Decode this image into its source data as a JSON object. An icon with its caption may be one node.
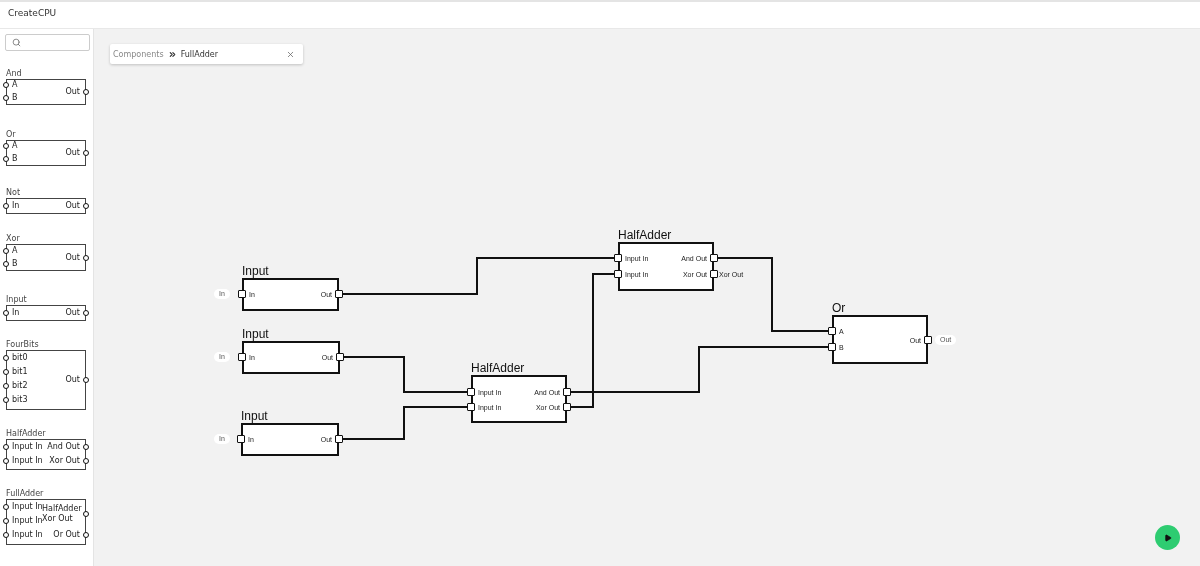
{
  "diagram": {
    "nodes": [
      {
        "text": [
          "And",
          "A",
          "B",
          "Out"
        ]
      },
      {
        "text": [
          "Or",
          "A",
          "B",
          "Out"
        ]
      },
      {
        "text": [
          "Not",
          "In",
          "Out"
        ]
      },
      {
        "text": [
          "Xor",
          "A",
          "B",
          "Out"
        ]
      },
      {
        "text": [
          "Input",
          "In",
          "Out"
        ]
      },
      {
        "text": [
          "FourBits",
          "bit0",
          "bit1",
          "bit2",
          "bit3",
          "Out"
        ]
      },
      {
        "text": [
          "HalfAdder",
          "Input In",
          "Input In",
          "And Out",
          "Xor Out"
        ]
      },
      {
        "text": [
          "FullAdder",
          "Input In",
          "Input In",
          "Input In",
          "HalfAdder Xor Out",
          "Or Out"
        ]
      },
      {
        "text": [
          "Input",
          "In",
          "Out"
        ],
        "beside": [
          "In"
        ]
      },
      {
        "text": [
          "Input",
          "In",
          "Out"
        ],
        "beside": [
          "In"
        ]
      },
      {
        "text": [
          "Input",
          "In",
          "Out"
        ],
        "beside": [
          "In"
        ]
      },
      {
        "text": [
          "HalfAdder",
          "Input In",
          "Input In",
          "And Out",
          "Xor Out"
        ]
      },
      {
        "text": [
          "HalfAdder",
          "Input In",
          "Input In",
          "And Out",
          "Xor Out"
        ],
        "beside": [
          "Xor Out"
        ]
      },
      {
        "text": [
          "Or",
          "A",
          "B",
          "Out"
        ],
        "beside": [
          "Out"
        ]
      }
    ],
    "edges": [
      {
        "from": 8,
        "to": 12,
        "arrow": "none"
      },
      {
        "from": 9,
        "to": 11,
        "arrow": "none"
      },
      {
        "from": 10,
        "to": 11,
        "arrow": "none"
      },
      {
        "from": 11,
        "to": 13,
        "arrow": "none"
      },
      {
        "from": 11,
        "to": 12,
        "arrow": "none"
      },
      {
        "from": 12,
        "to": 13,
        "arrow": "none"
      }
    ],
    "labels": [
      "CreateCPU",
      "Components",
      "FullAdder"
    ]
  }
}
